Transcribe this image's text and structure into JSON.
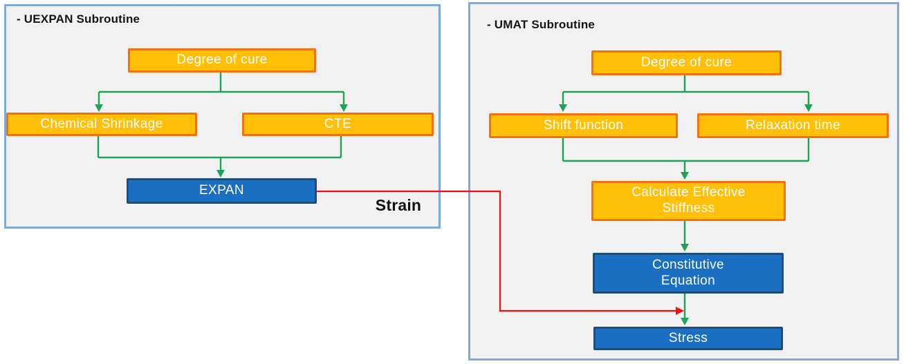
{
  "left_panel": {
    "title": "- UEXPAN Subroutine",
    "boxes": {
      "degree_of_cure": "Degree of cure",
      "chemical_shrinkage": "Chemical Shrinkage",
      "cte": "CTE",
      "expan": "EXPAN"
    }
  },
  "right_panel": {
    "title": "- UMAT Subroutine",
    "boxes": {
      "degree_of_cure": "Degree of cure",
      "shift_function": "Shift function",
      "relaxation_time": "Relaxation time",
      "calculate_effective_stiffness": "Calculate Effective\nStiffness",
      "constitutive_equation": "Constitutive\nEquation",
      "stress": "Stress"
    }
  },
  "labels": {
    "strain": "Strain"
  },
  "colors": {
    "panel_border": "#7fa9db",
    "panel_background": "#f1f1f1",
    "orange_fill": "#ffc007",
    "orange_border": "#f1720e",
    "blue_fill": "#1a6fc3",
    "blue_border": "#1c4e79",
    "arrow_green": "#1ca357",
    "arrow_red": "#f70e0c",
    "node_text": "#ffffff",
    "title_text": "#151515"
  }
}
